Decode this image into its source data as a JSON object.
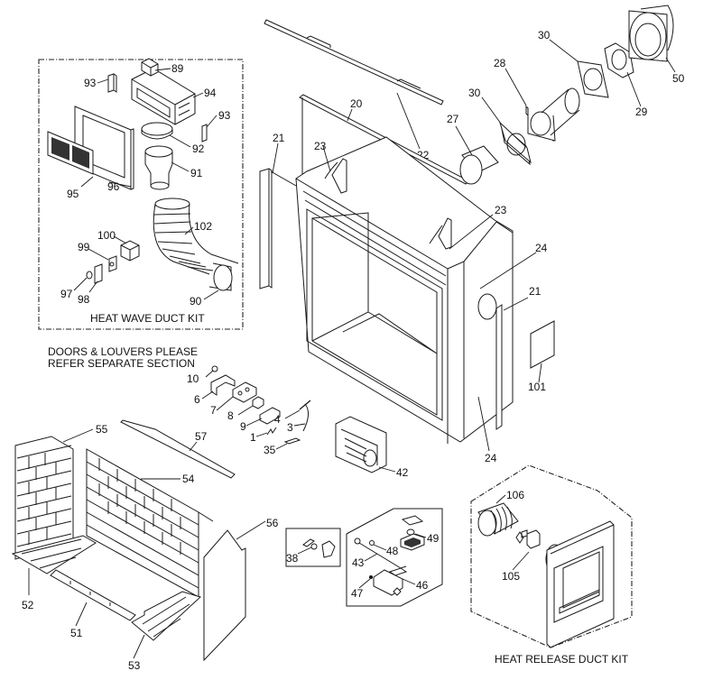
{
  "diagram": {
    "type": "exploded-parts-diagram",
    "subject": "Fireplace firebox assembly",
    "kits": {
      "heat_wave": {
        "title": "HEAT WAVE DUCT KIT",
        "parts": [
          "89",
          "90",
          "91",
          "92",
          "93",
          "94",
          "95",
          "96",
          "97",
          "98",
          "99",
          "100",
          "102"
        ]
      },
      "heat_release": {
        "title": "HEAT RELEASE DUCT KIT",
        "parts": [
          "105",
          "106"
        ]
      }
    },
    "note": {
      "line1": "DOORS & LOUVERS PLEASE",
      "line2": "REFER SEPARATE SECTION"
    },
    "callouts": {
      "c89": "89",
      "c93a": "93",
      "c94": "94",
      "c93b": "93",
      "c92": "92",
      "c91": "91",
      "c95": "95",
      "c96": "96",
      "c102": "102",
      "c100": "100",
      "c99": "99",
      "c97": "97",
      "c98": "98",
      "c90": "90",
      "c20": "20",
      "c21a": "21",
      "c22": "22",
      "c23a": "23",
      "c23b": "23",
      "c27": "27",
      "c30a": "30",
      "c28": "28",
      "c30b": "30",
      "c29": "29",
      "c50": "50",
      "c24a": "24",
      "c21b": "21",
      "c101": "101",
      "c24b": "24",
      "c10": "10",
      "c6": "6",
      "c7": "7",
      "c8": "8",
      "c9": "9",
      "c4": "4",
      "c3": "3",
      "c1": "1",
      "c35": "35",
      "c42": "42",
      "c55": "55",
      "c57": "57",
      "c54": "54",
      "c56": "56",
      "c52": "52",
      "c51": "51",
      "c53": "53",
      "c38": "38",
      "c49": "49",
      "c48": "48",
      "c43": "43",
      "c46": "46",
      "c47": "47",
      "c106": "106",
      "c105": "105"
    }
  }
}
